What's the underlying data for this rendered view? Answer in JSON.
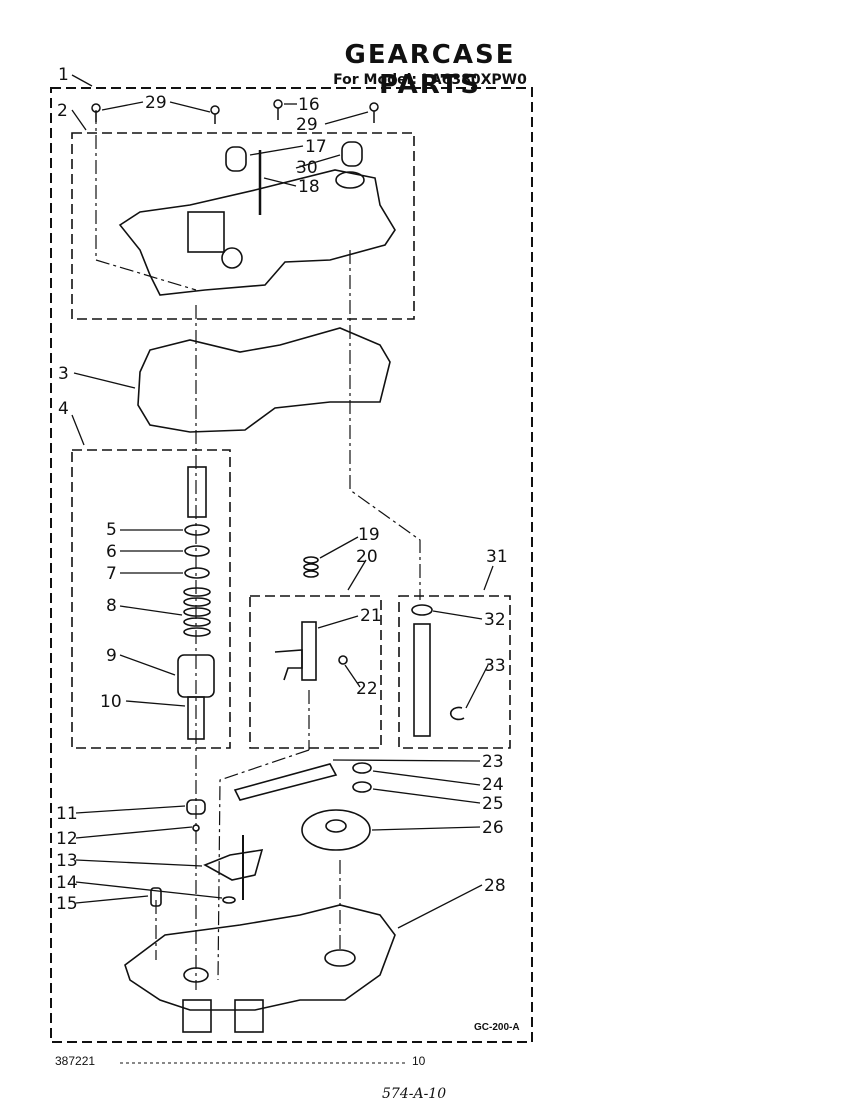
{
  "header": {
    "title": "GEARCASE PARTS",
    "subtitle": "For Model: LA6380XPW0"
  },
  "footer": {
    "doc_number": "387221",
    "page": "10",
    "drawing_code": "GC-200-A",
    "handwritten_note": "574-A-10"
  },
  "callouts": [
    {
      "id": "c1",
      "label": "1"
    },
    {
      "id": "c2",
      "label": "2"
    },
    {
      "id": "c29a",
      "label": "29"
    },
    {
      "id": "c16",
      "label": "16"
    },
    {
      "id": "c29b",
      "label": "29"
    },
    {
      "id": "c17",
      "label": "17"
    },
    {
      "id": "c30",
      "label": "30"
    },
    {
      "id": "c18",
      "label": "18"
    },
    {
      "id": "c3",
      "label": "3"
    },
    {
      "id": "c4",
      "label": "4"
    },
    {
      "id": "c5",
      "label": "5"
    },
    {
      "id": "c6",
      "label": "6"
    },
    {
      "id": "c7",
      "label": "7"
    },
    {
      "id": "c8",
      "label": "8"
    },
    {
      "id": "c9",
      "label": "9"
    },
    {
      "id": "c10",
      "label": "10"
    },
    {
      "id": "c19",
      "label": "19"
    },
    {
      "id": "c20",
      "label": "20"
    },
    {
      "id": "c21",
      "label": "21"
    },
    {
      "id": "c22",
      "label": "22"
    },
    {
      "id": "c31",
      "label": "31"
    },
    {
      "id": "c32",
      "label": "32"
    },
    {
      "id": "c33",
      "label": "33"
    },
    {
      "id": "c23",
      "label": "23"
    },
    {
      "id": "c24",
      "label": "24"
    },
    {
      "id": "c25",
      "label": "25"
    },
    {
      "id": "c26",
      "label": "26"
    },
    {
      "id": "c11",
      "label": "11"
    },
    {
      "id": "c12",
      "label": "12"
    },
    {
      "id": "c13",
      "label": "13"
    },
    {
      "id": "c14",
      "label": "14"
    },
    {
      "id": "c15",
      "label": "15"
    },
    {
      "id": "c28",
      "label": "28"
    }
  ]
}
